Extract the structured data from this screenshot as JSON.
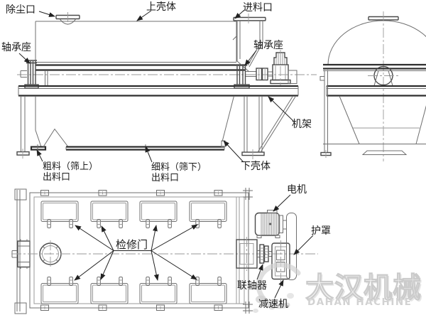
{
  "labels": {
    "dust_port": "除尘口",
    "upper_shell": "上壳体",
    "feed_inlet": "进料口",
    "bearing_seat_left": "轴承座",
    "bearing_seat_right": "轴承座",
    "frame": "机架",
    "coarse_outlet_line1": "粗料（筛上）",
    "coarse_outlet_line2": "出料口",
    "fine_outlet_line1": "细料（筛下）",
    "fine_outlet_line2": "出料口",
    "lower_shell": "下壳体",
    "inspection_door": "检修门",
    "motor": "电机",
    "guard": "护罩",
    "coupling": "联轴器",
    "reducer": "减速机"
  },
  "watermark": {
    "cn": "大汉机械",
    "en": "DAHAN HACHINE"
  },
  "colors": {
    "line_thin": "#8f8f8f",
    "line_dark": "#303030",
    "label": "#1c1c1c",
    "watermark": "#c7c7c7"
  }
}
